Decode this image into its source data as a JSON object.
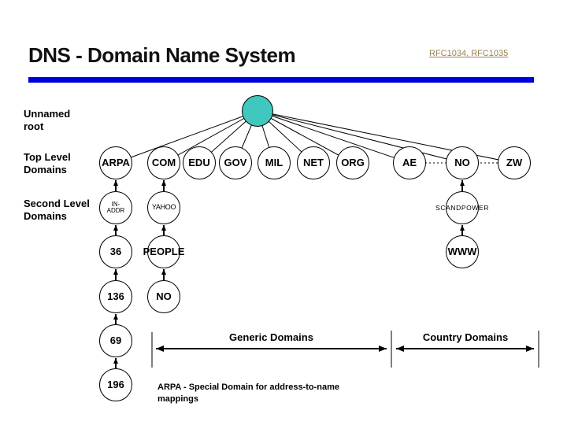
{
  "slide": {
    "title": "DNS - Domain Name System",
    "rfc_reference": "RFC1034, RFC1035"
  },
  "row_labels": {
    "unnamed_root": "Unnamed root",
    "top_level": "Top Level Domains",
    "second_level": "Second Level Domains"
  },
  "tree": {
    "top_level_domains": [
      "ARPA",
      "COM",
      "EDU",
      "GOV",
      "MIL",
      "NET",
      "ORG",
      "AE",
      "NO",
      "ZW"
    ],
    "arpa_chain": [
      "IN-ADDR",
      "36",
      "136",
      "69",
      "196"
    ],
    "com_chain": [
      "YAHOO",
      "PEOPLE",
      "NO"
    ],
    "no_chain": [
      "SCANDPOWER",
      "WWW"
    ]
  },
  "annotations": {
    "generic_domains": "Generic Domains",
    "country_domains": "Country Domains",
    "arpa_note": "ARPA - Special Domain for address-to-name mappings"
  },
  "colors": {
    "root_node_fill": "#40C8C0",
    "divider_bar": "#0000DB",
    "rfc_link_text": "#9A8455",
    "text": "#000000"
  }
}
